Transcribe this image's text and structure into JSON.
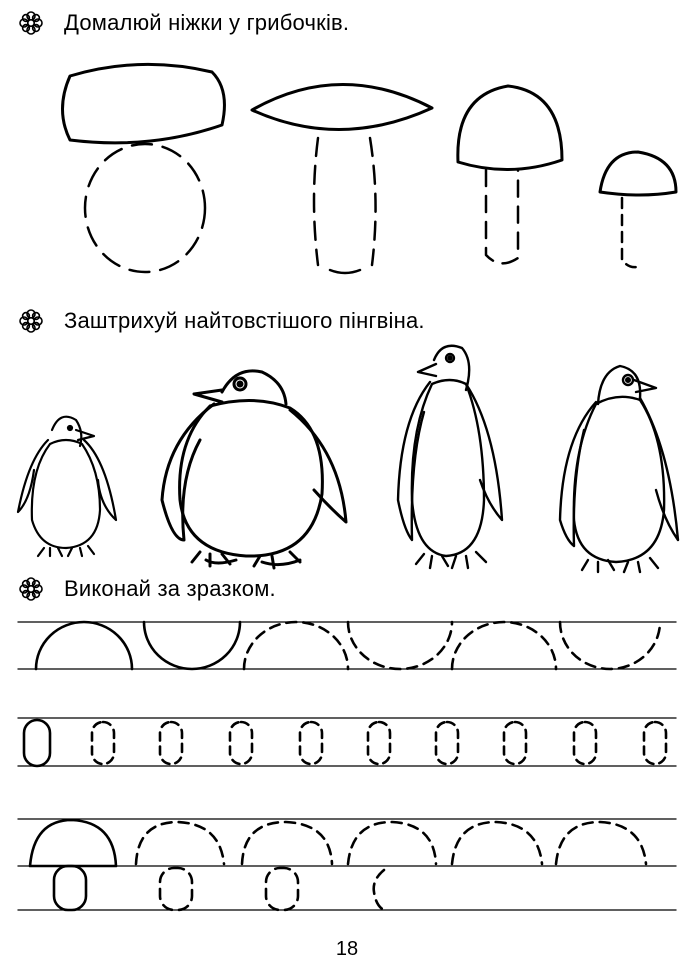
{
  "tasks": [
    {
      "text": "Домалюй ніжки у грибочків."
    },
    {
      "text": "Заштрихуй найтовстішого пінгвіна."
    },
    {
      "text": "Виконай за зразком."
    }
  ],
  "icons": {
    "task_marker": "flower-icon",
    "mushroom": "mushroom-icon",
    "penguin": "penguin-icon"
  },
  "page_number": "18"
}
